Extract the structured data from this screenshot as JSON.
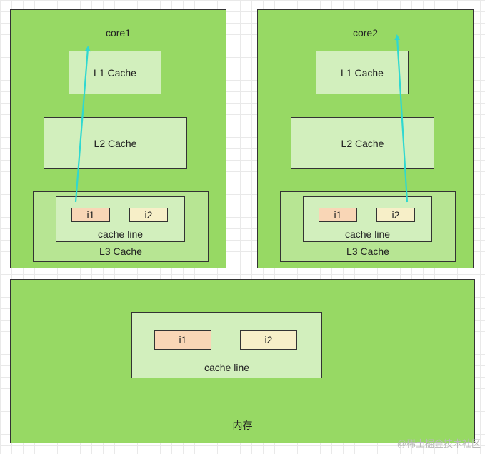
{
  "cores": [
    {
      "title": "core1",
      "l1": "L1 Cache",
      "l2": "L2 Cache",
      "l3": "L3 Cache",
      "cache_line": "cache line",
      "var1": "i1",
      "var2": "i2"
    },
    {
      "title": "core2",
      "l1": "L1 Cache",
      "l2": "L2 Cache",
      "l3": "L3 Cache",
      "cache_line": "cache line",
      "var1": "i1",
      "var2": "i2"
    }
  ],
  "memory": {
    "title": "内存",
    "cache_line": "cache line",
    "var1": "i1",
    "var2": "i2"
  },
  "watermark": "@稀土掘金技术社区",
  "colors": {
    "core_fill": "#97d964",
    "cache_fill": "#d2efbd",
    "l3_fill": "#b7e593",
    "i1_fill": "#f9d6b6",
    "i2_fill": "#f7efc8",
    "arrow": "#2fd8d0"
  }
}
